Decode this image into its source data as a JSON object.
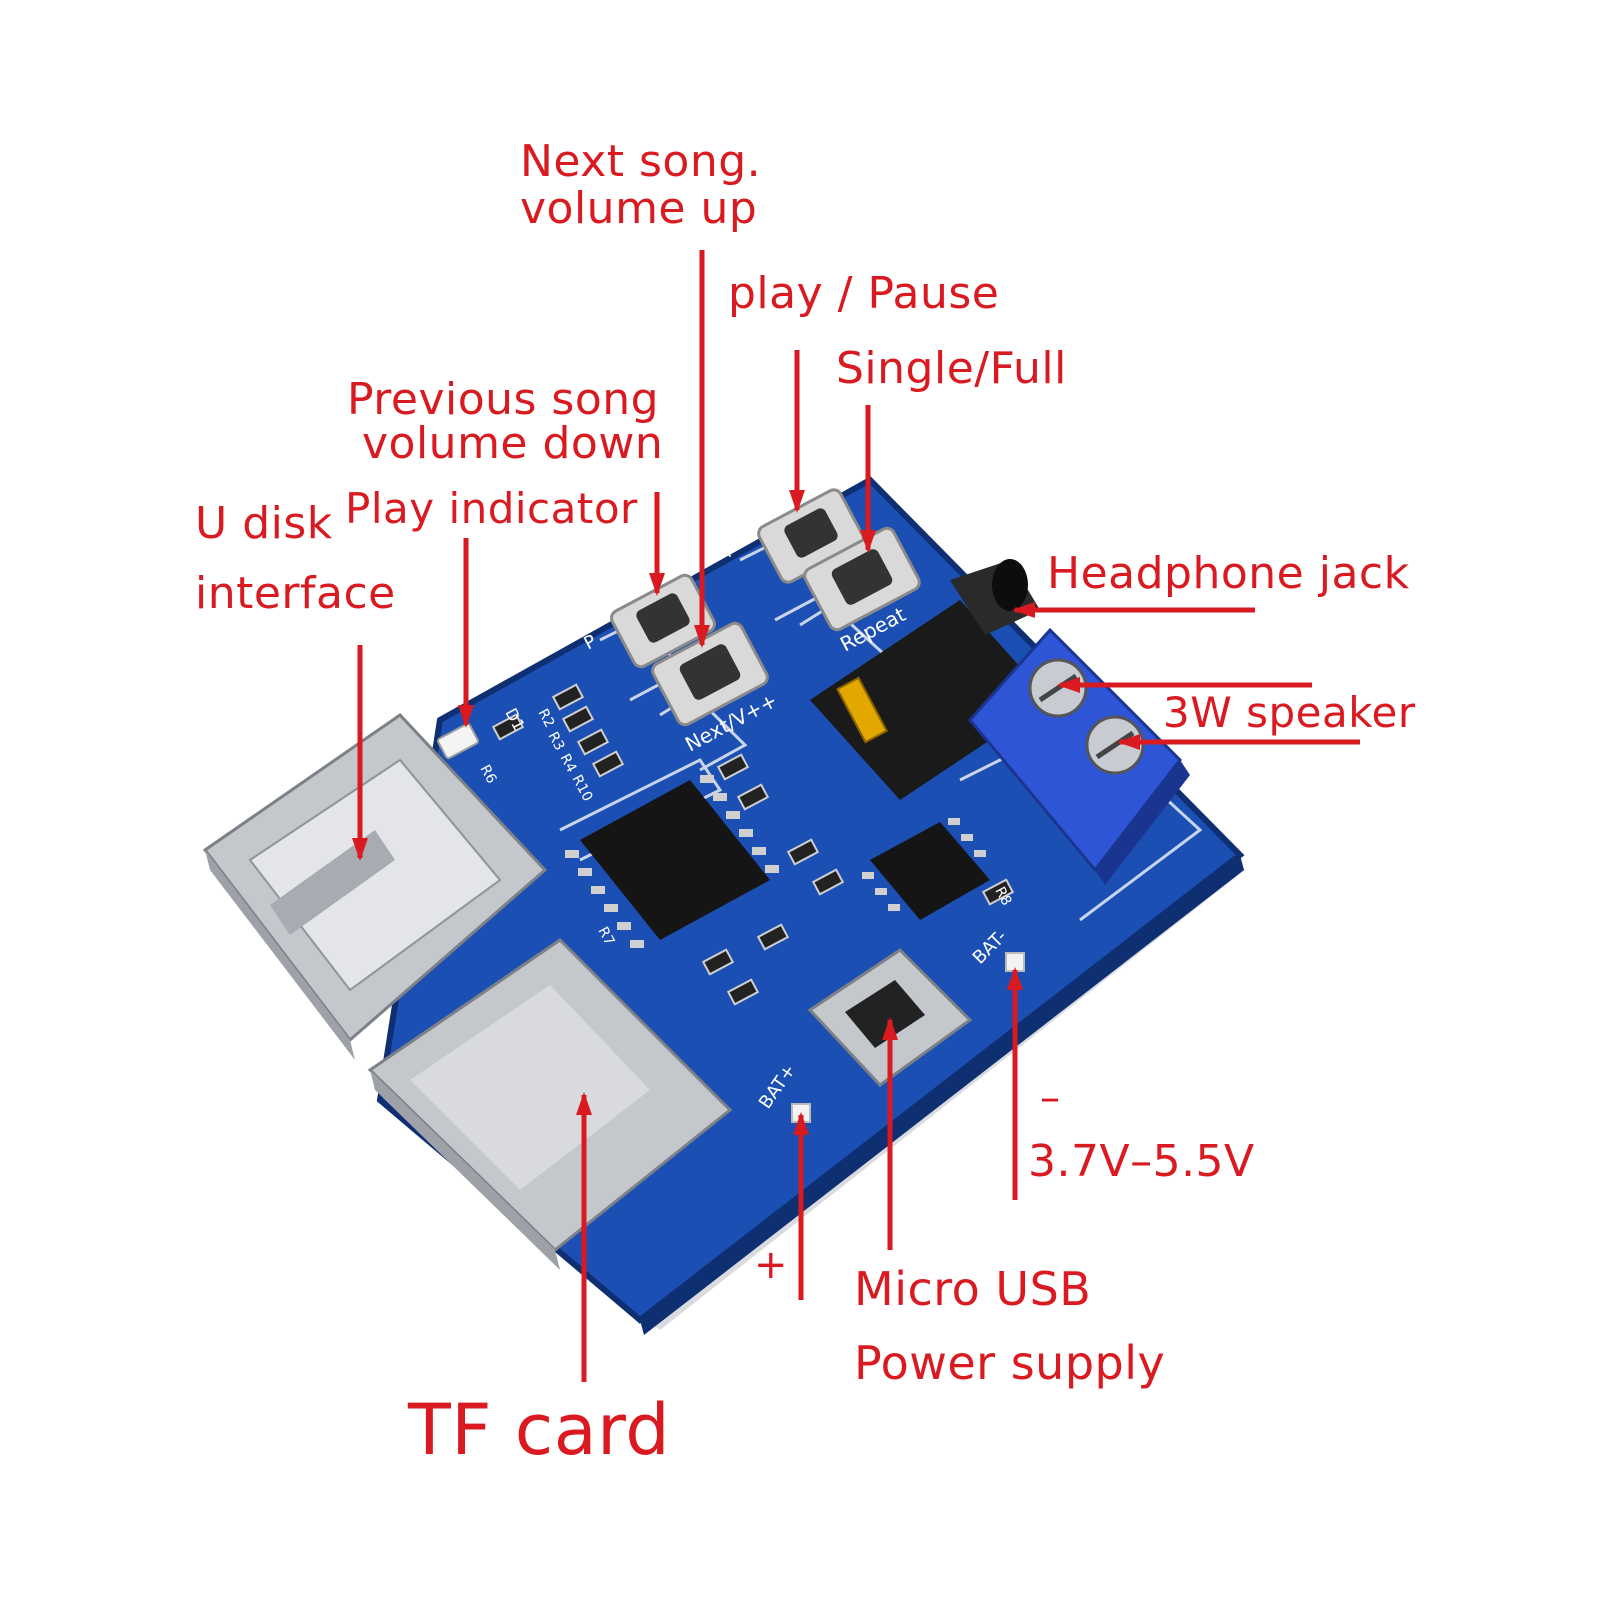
{
  "colors": {
    "label": "#d91a20",
    "board": "#1b4fb3",
    "board_edge": "#0f2f73",
    "silkscreen": "#ffffff",
    "metal": "#b9bcc0",
    "terminal": "#2d55d6"
  },
  "labels": {
    "next_song": "Next song.",
    "volume_up": "volume up",
    "play_pause": "play / Pause",
    "single_full": "Single/Full",
    "previous_song": "Previous song",
    "volume_down": "volume down",
    "u_disk": "U disk",
    "interface": "interface",
    "play_indicator": "Play indicator",
    "headphone_jack": "Headphone jack",
    "speaker": "3W speaker",
    "minus": "–",
    "voltage": "3.7V–5.5V",
    "plus": "+",
    "micro_usb": "Micro USB",
    "power_supply": "Power supply",
    "tf_card": "TF card"
  },
  "silkscreen": {
    "next": "Next/V++",
    "repeat": "Repeat",
    "bat_plus": "BAT+",
    "bat_minus": "BAT-",
    "p": "P",
    "d1": "D1",
    "r2": "R2",
    "r3": "R3",
    "r4": "R4",
    "r6": "R6",
    "r7": "R7",
    "r8": "R8",
    "r10": "R10"
  }
}
